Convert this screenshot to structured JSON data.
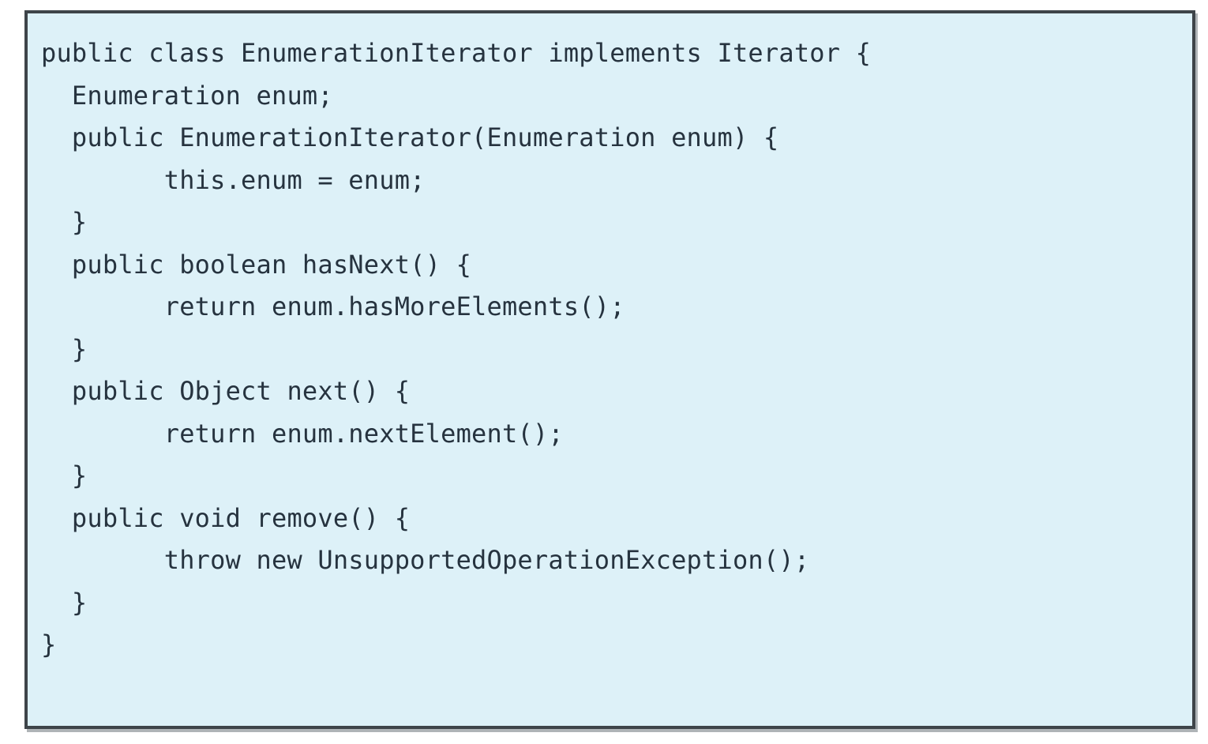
{
  "panel": {
    "background": "#ddf1f8",
    "border_color": "#3e4449",
    "text_color": "#26333f",
    "page_background": "#ffffff"
  },
  "code": {
    "language": "java",
    "lines": [
      "public class EnumerationIterator implements Iterator {",
      "  Enumeration enum;",
      "  public EnumerationIterator(Enumeration enum) {",
      "        this.enum = enum;",
      "  }",
      "  public boolean hasNext() {",
      "        return enum.hasMoreElements();",
      "  }",
      "  public Object next() {",
      "        return enum.nextElement();",
      "  }",
      "  public void remove() {",
      "        throw new UnsupportedOperationException();",
      "  }",
      "}"
    ]
  }
}
